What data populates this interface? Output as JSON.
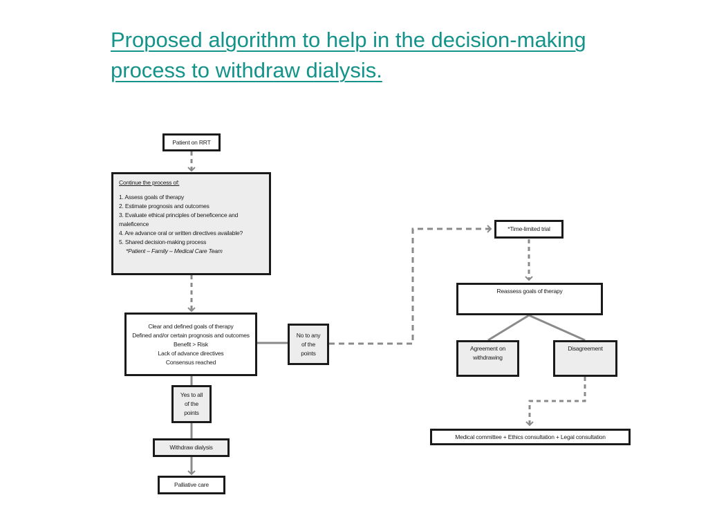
{
  "slide": {
    "title_line1": "Proposed algorithm to help in the decision-making",
    "title_line2": "process to withdraw dialysis."
  },
  "colors": {
    "title": "#13938a",
    "box_border": "#1a1a1a",
    "solid_connector": "#8a8a8a",
    "dashed_connector": "#8a8a8a",
    "grey_fill": "#ededed"
  },
  "flowchart": {
    "patient_on_rrt": "Patient on RRT",
    "continue_process": {
      "heading": "Continue the process of:",
      "items": [
        "1. Assess goals of therapy",
        "2. Estimate prognosis and outcomes",
        "3. Evaluate ethical principles of beneficence and",
        "maleficence",
        "4. Are advance oral or written directives available?",
        "5. Shared decision-making process"
      ],
      "subnote": "*Patient – Family – Medical Care Team"
    },
    "criteria": [
      "Clear  and defined goals of therapy",
      "Defined and/or certain prognosis and outcomes",
      "Benefit > Risk",
      "Lack of advance directives",
      "Consensus  reached"
    ],
    "no_to_any": [
      "No to any",
      "of the",
      "points"
    ],
    "yes_to_all": [
      "Yes to all",
      "of the",
      "points"
    ],
    "withdraw_dialysis": "Withdraw dialysis",
    "palliative_care": "Palliative care",
    "time_limited_trial": "*Time-limited trial",
    "reassess_goals": "Reassess goals of therapy",
    "agreement": [
      "Agreement on",
      "withdrawing"
    ],
    "disagreement": "Disagreement",
    "consultation": "Medical committee + Ethics consultation + Legal consultation"
  }
}
